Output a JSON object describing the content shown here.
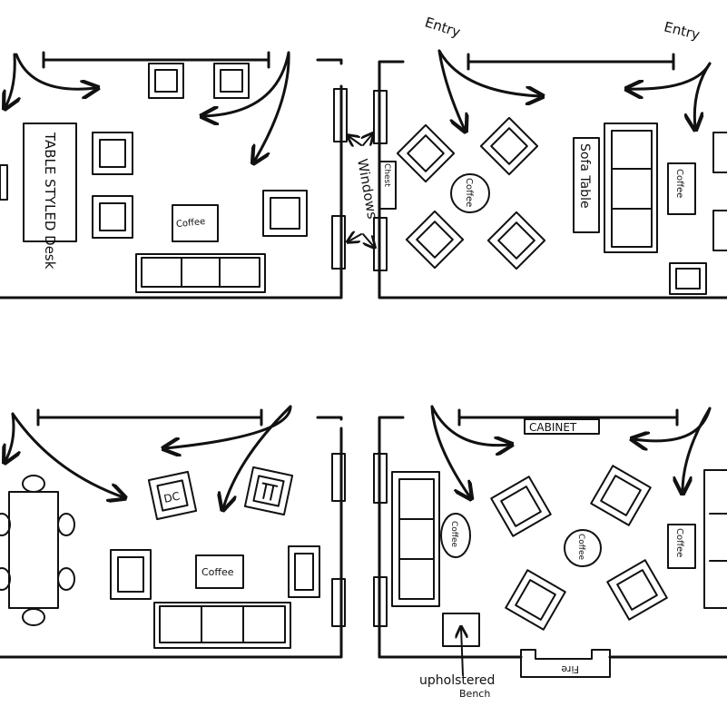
{
  "labels": {
    "table_styled_desk": "TABLE STYLED Desk",
    "coffee": "Coffee",
    "sofa_table": "Sofa Table",
    "chest": "Chest",
    "windows": "Windows",
    "entry": "Entry",
    "cabinet": "CABINET",
    "fire": "Fire",
    "upholstered_bench_1": "upholstered",
    "upholstered_bench_2": "Bench",
    "dc": "DC"
  },
  "colors": {
    "ink": "#111111",
    "paper": "#ffffff"
  }
}
